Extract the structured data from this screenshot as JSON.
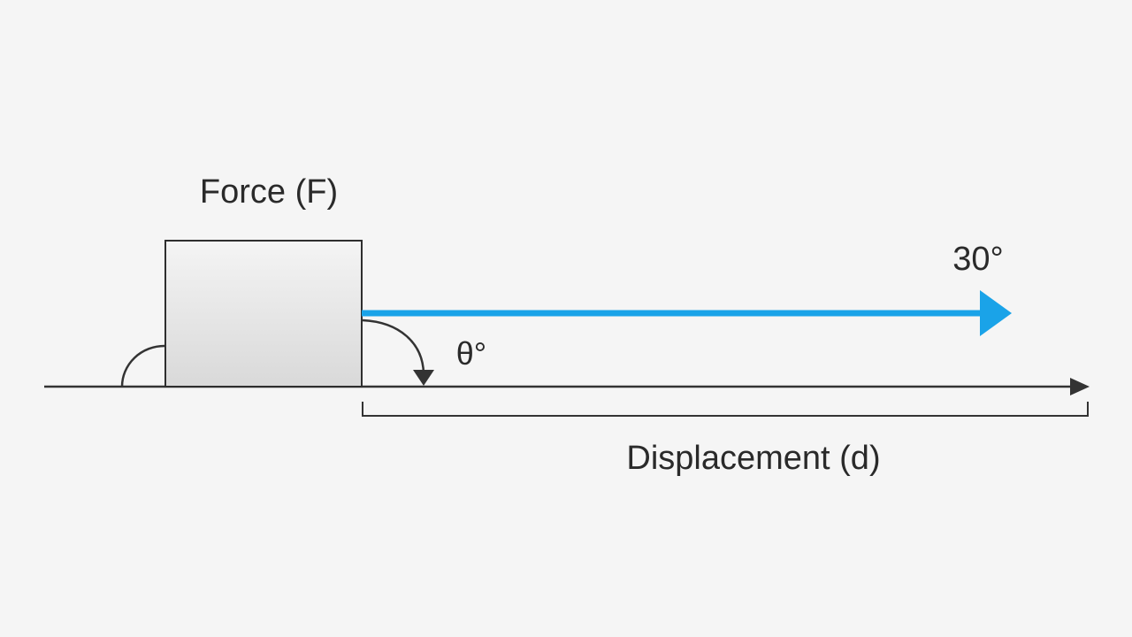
{
  "diagram": {
    "labels": {
      "force": "Force (F)",
      "angle_symbol": "θ°",
      "angle_value": "30°",
      "displacement": "Displacement (d)"
    },
    "colors": {
      "background": "#f5f5f5",
      "line": "#333333",
      "force_arrow": "#1aa3e8",
      "block_fill_top": "#f4f4f4",
      "block_fill_bottom": "#d9d9d9",
      "block_stroke": "#2e2e2e"
    },
    "icons": {
      "force_arrow": "right-arrow-icon",
      "displacement_axis": "right-arrow-icon",
      "angle_arc": "curved-arrow-down-icon"
    }
  }
}
